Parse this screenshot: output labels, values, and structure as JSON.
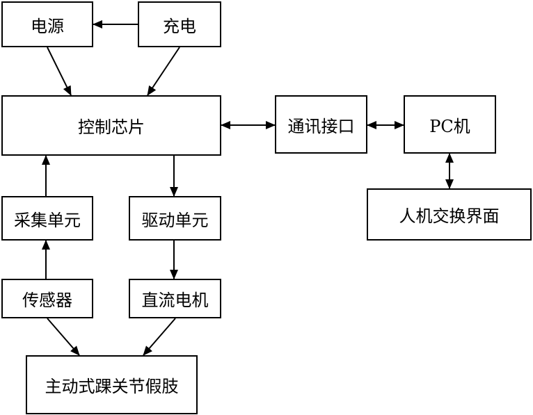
{
  "nodes": {
    "power": "电源",
    "charge": "充电",
    "control_chip": "控制芯片",
    "comm_interface": "通讯接口",
    "pc": "PC机",
    "hmi": "人机交换界面",
    "acquisition_unit": "采集单元",
    "drive_unit": "驱动单元",
    "sensor": "传感器",
    "dc_motor": "直流电机",
    "prosthesis": "主动式踝关节假肢"
  }
}
